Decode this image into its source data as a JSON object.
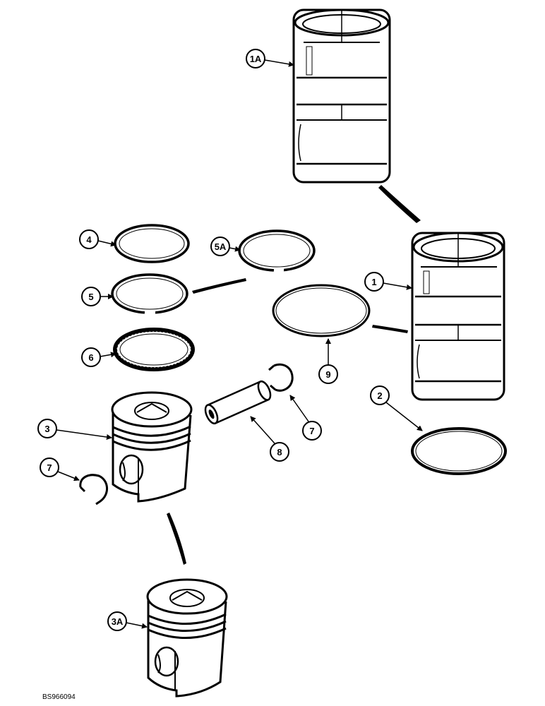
{
  "callouts": {
    "c1A": "1A",
    "c1": "1",
    "c2": "2",
    "c3": "3",
    "c3A": "3A",
    "c4": "4",
    "c5": "5",
    "c5A": "5A",
    "c6": "6",
    "c7a": "7",
    "c7b": "7",
    "c8": "8",
    "c9": "9"
  },
  "reference_code": "BS966094"
}
